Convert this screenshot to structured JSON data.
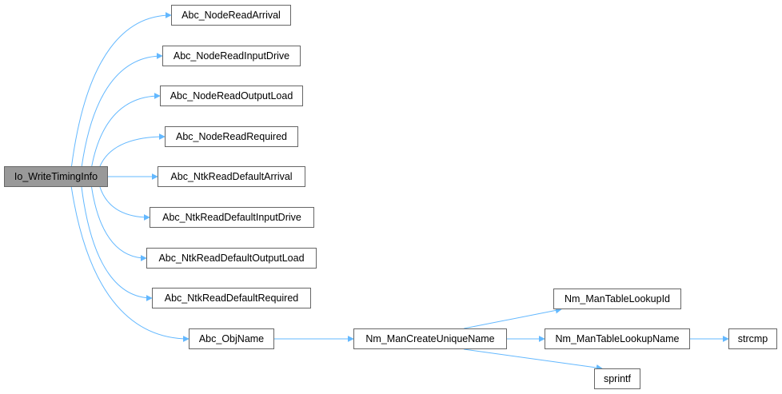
{
  "diagram": {
    "edge_color": "#63b8ff",
    "root_fill": "#999999",
    "node_border": "#666666",
    "nodes": {
      "root": "Io_WriteTimingInfo",
      "n1": "Abc_NodeReadArrival",
      "n2": "Abc_NodeReadInputDrive",
      "n3": "Abc_NodeReadOutputLoad",
      "n4": "Abc_NodeReadRequired",
      "n5": "Abc_NtkReadDefaultArrival",
      "n6": "Abc_NtkReadDefaultInputDrive",
      "n7": "Abc_NtkReadDefaultOutputLoad",
      "n8": "Abc_NtkReadDefaultRequired",
      "n9": "Abc_ObjName",
      "n10": "Nm_ManCreateUniqueName",
      "n11": "Nm_ManTableLookupId",
      "n12": "Nm_ManTableLookupName",
      "n13": "strcmp",
      "n14": "sprintf"
    },
    "edges": [
      [
        "root",
        "n1"
      ],
      [
        "root",
        "n2"
      ],
      [
        "root",
        "n3"
      ],
      [
        "root",
        "n4"
      ],
      [
        "root",
        "n5"
      ],
      [
        "root",
        "n6"
      ],
      [
        "root",
        "n7"
      ],
      [
        "root",
        "n8"
      ],
      [
        "root",
        "n9"
      ],
      [
        "n9",
        "n10"
      ],
      [
        "n10",
        "n11"
      ],
      [
        "n10",
        "n12"
      ],
      [
        "n10",
        "n14"
      ],
      [
        "n12",
        "n13"
      ]
    ]
  }
}
